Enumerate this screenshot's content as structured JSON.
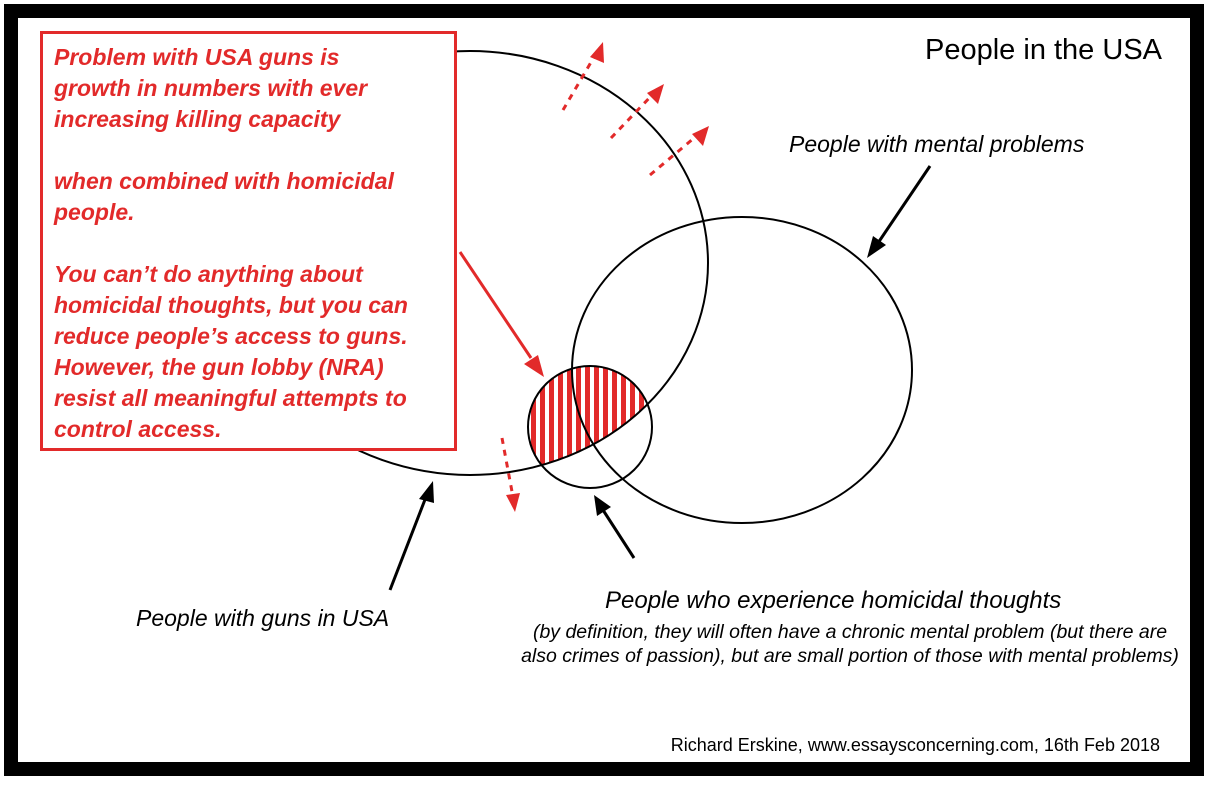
{
  "title": "People in the USA",
  "callout": {
    "lines": [
      "Problem with USA guns is",
      "growth in numbers with ever",
      "increasing killing capacity",
      "when combined with homicidal",
      "people.",
      "You can’t do anything about",
      "homicidal thoughts, but you can",
      "reduce people’s access to guns.",
      "However, the gun lobby (NRA)",
      "resist all meaningful attempts to",
      "control access."
    ]
  },
  "labels": {
    "mental": "People with mental problems",
    "guns": "People with guns in USA",
    "homicidal": "People who experience homicidal thoughts",
    "homicidal_note": "(by definition, they will often have a chronic mental problem (but there are also crimes of passion), but are small portion of those with mental problems)"
  },
  "credit": "Richard Erskine, www.essaysconcerning.com, 16th Feb 2018",
  "colors": {
    "accent": "#e22a2a",
    "ink": "#000000",
    "frame": "#000000"
  }
}
